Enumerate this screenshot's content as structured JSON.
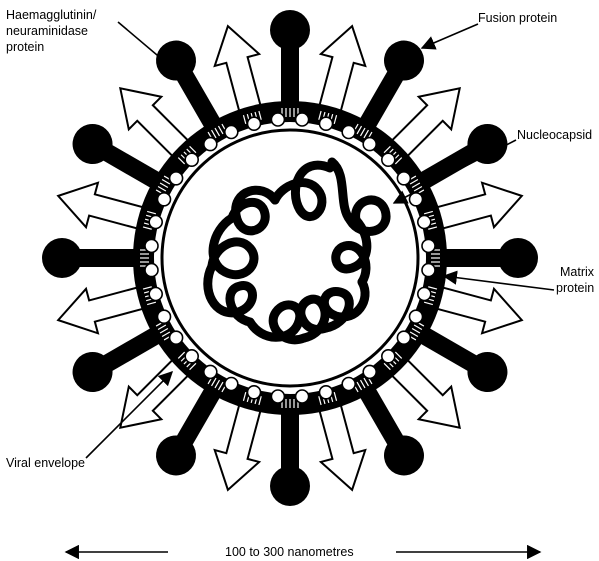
{
  "labels": {
    "haemagglutinin": [
      "Haemagglutinin/",
      "neuraminidase",
      "protein"
    ],
    "fusion": "Fusion protein",
    "nucleocapsid": "Nucleocapsid",
    "matrix": [
      "Matrix",
      "protein"
    ],
    "envelope": "Viral envelope",
    "scale": "100 to 300 nanometres"
  }
}
